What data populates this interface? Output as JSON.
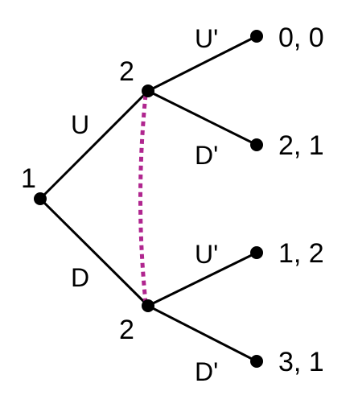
{
  "colors": {
    "line": "#000000",
    "node": "#000000",
    "information_set": "#b0268f"
  },
  "root": {
    "player": "1"
  },
  "upper_node": {
    "player": "2"
  },
  "lower_node": {
    "player": "2"
  },
  "edges": {
    "root_up": "U",
    "root_down": "D",
    "upper_up": "U'",
    "upper_down": "D'",
    "lower_up": "U'",
    "lower_down": "D'"
  },
  "payoffs": {
    "uu": "0, 0",
    "ud": "2, 1",
    "du": "1, 2",
    "dd": "3, 1"
  }
}
